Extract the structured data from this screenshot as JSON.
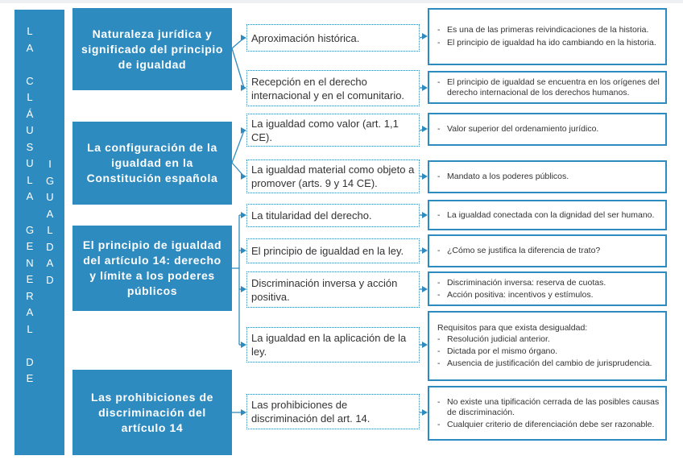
{
  "vertical_title": {
    "col1": [
      "L",
      "A",
      "",
      "C",
      "L",
      "Á",
      "U",
      "S",
      "U",
      "L",
      "A",
      "",
      "G",
      "E",
      "N",
      "E",
      "R",
      "A",
      "L",
      "",
      "D",
      "E"
    ],
    "col2": [
      "I",
      "G",
      "U",
      "A",
      "L",
      "D",
      "A",
      "D"
    ]
  },
  "topics": [
    {
      "title": "Naturaleza jurídica y significado del principio de igualdad",
      "items": [
        {
          "label": "Aproximación histórica.",
          "details": [
            "Es una de las primeras reivindicaciones de la historia.",
            "El principio de igualdad ha ido cambiando en la historia."
          ]
        },
        {
          "label": "Recepción en el derecho internacional y en el comunitario.",
          "details": [
            "El principio de igualdad se encuentra en los orígenes del derecho internacional de los derechos humanos."
          ]
        }
      ]
    },
    {
      "title": "La configuración de la igualdad en la Constitución española",
      "items": [
        {
          "label": "La igualdad como valor (art. 1,1 CE).",
          "details": [
            "Valor superior del ordenamiento jurídico."
          ]
        },
        {
          "label": "La igualdad material como objeto a promover (arts. 9 y 14 CE).",
          "details": [
            "Mandato a los poderes públicos."
          ]
        }
      ]
    },
    {
      "title": "El principio de igualdad del artículo 14: derecho y límite a los poderes públicos",
      "items": [
        {
          "label": "La titularidad del derecho.",
          "details": [
            "La igualdad conectada con la dignidad del ser humano."
          ]
        },
        {
          "label": "El principio de igualdad en la ley.",
          "details": [
            "¿Cómo se justifica la diferencia de trato?"
          ]
        },
        {
          "label": "Discriminación inversa y acción positiva.",
          "details": [
            "Discriminación inversa: reserva de cuotas.",
            "Acción positiva: incentivos y estímulos."
          ]
        },
        {
          "label": "La igualdad en la aplicación de la ley.",
          "header": "Requisitos para que exista desigualdad:",
          "details": [
            "Resolución judicial anterior.",
            "Dictada por el mismo órgano.",
            "Ausencia de justificación del cambio de jurisprudencia."
          ]
        }
      ]
    },
    {
      "title": "Las prohibiciones de discriminación del artículo 14",
      "items": [
        {
          "label": "Las prohibiciones de discriminación del art. 14.",
          "details": [
            "No existe una tipificación cerrada de las posibles causas de discriminación.",
            "Cualquier criterio de diferenciación debe ser razonable."
          ]
        }
      ]
    }
  ],
  "colors": {
    "accent": "#2e8bc0",
    "text": "#333333"
  }
}
